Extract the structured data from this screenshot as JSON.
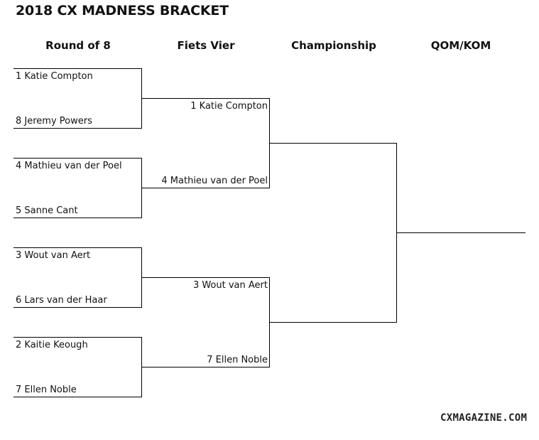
{
  "title": "2018 CX MADNESS BRACKET",
  "columns": [
    "Round of 8",
    "Fiets Vier",
    "Championship",
    "QOM/KOM"
  ],
  "round_of_8": [
    "1 Katie Compton",
    "8 Jeremy Powers",
    "4 Mathieu van der Poel",
    "5 Sanne Cant",
    "3 Wout van Aert",
    "6 Lars van der Haar",
    "2 Kaitie Keough",
    "7 Ellen Noble"
  ],
  "fiets_vier": [
    "1 Katie Compton",
    "4 Mathieu van der Poel",
    "3 Wout van Aert",
    "7 Ellen Noble"
  ],
  "championship": [
    "",
    ""
  ],
  "qom_kom": "",
  "watermark": "CXMAGAZINE.COM"
}
